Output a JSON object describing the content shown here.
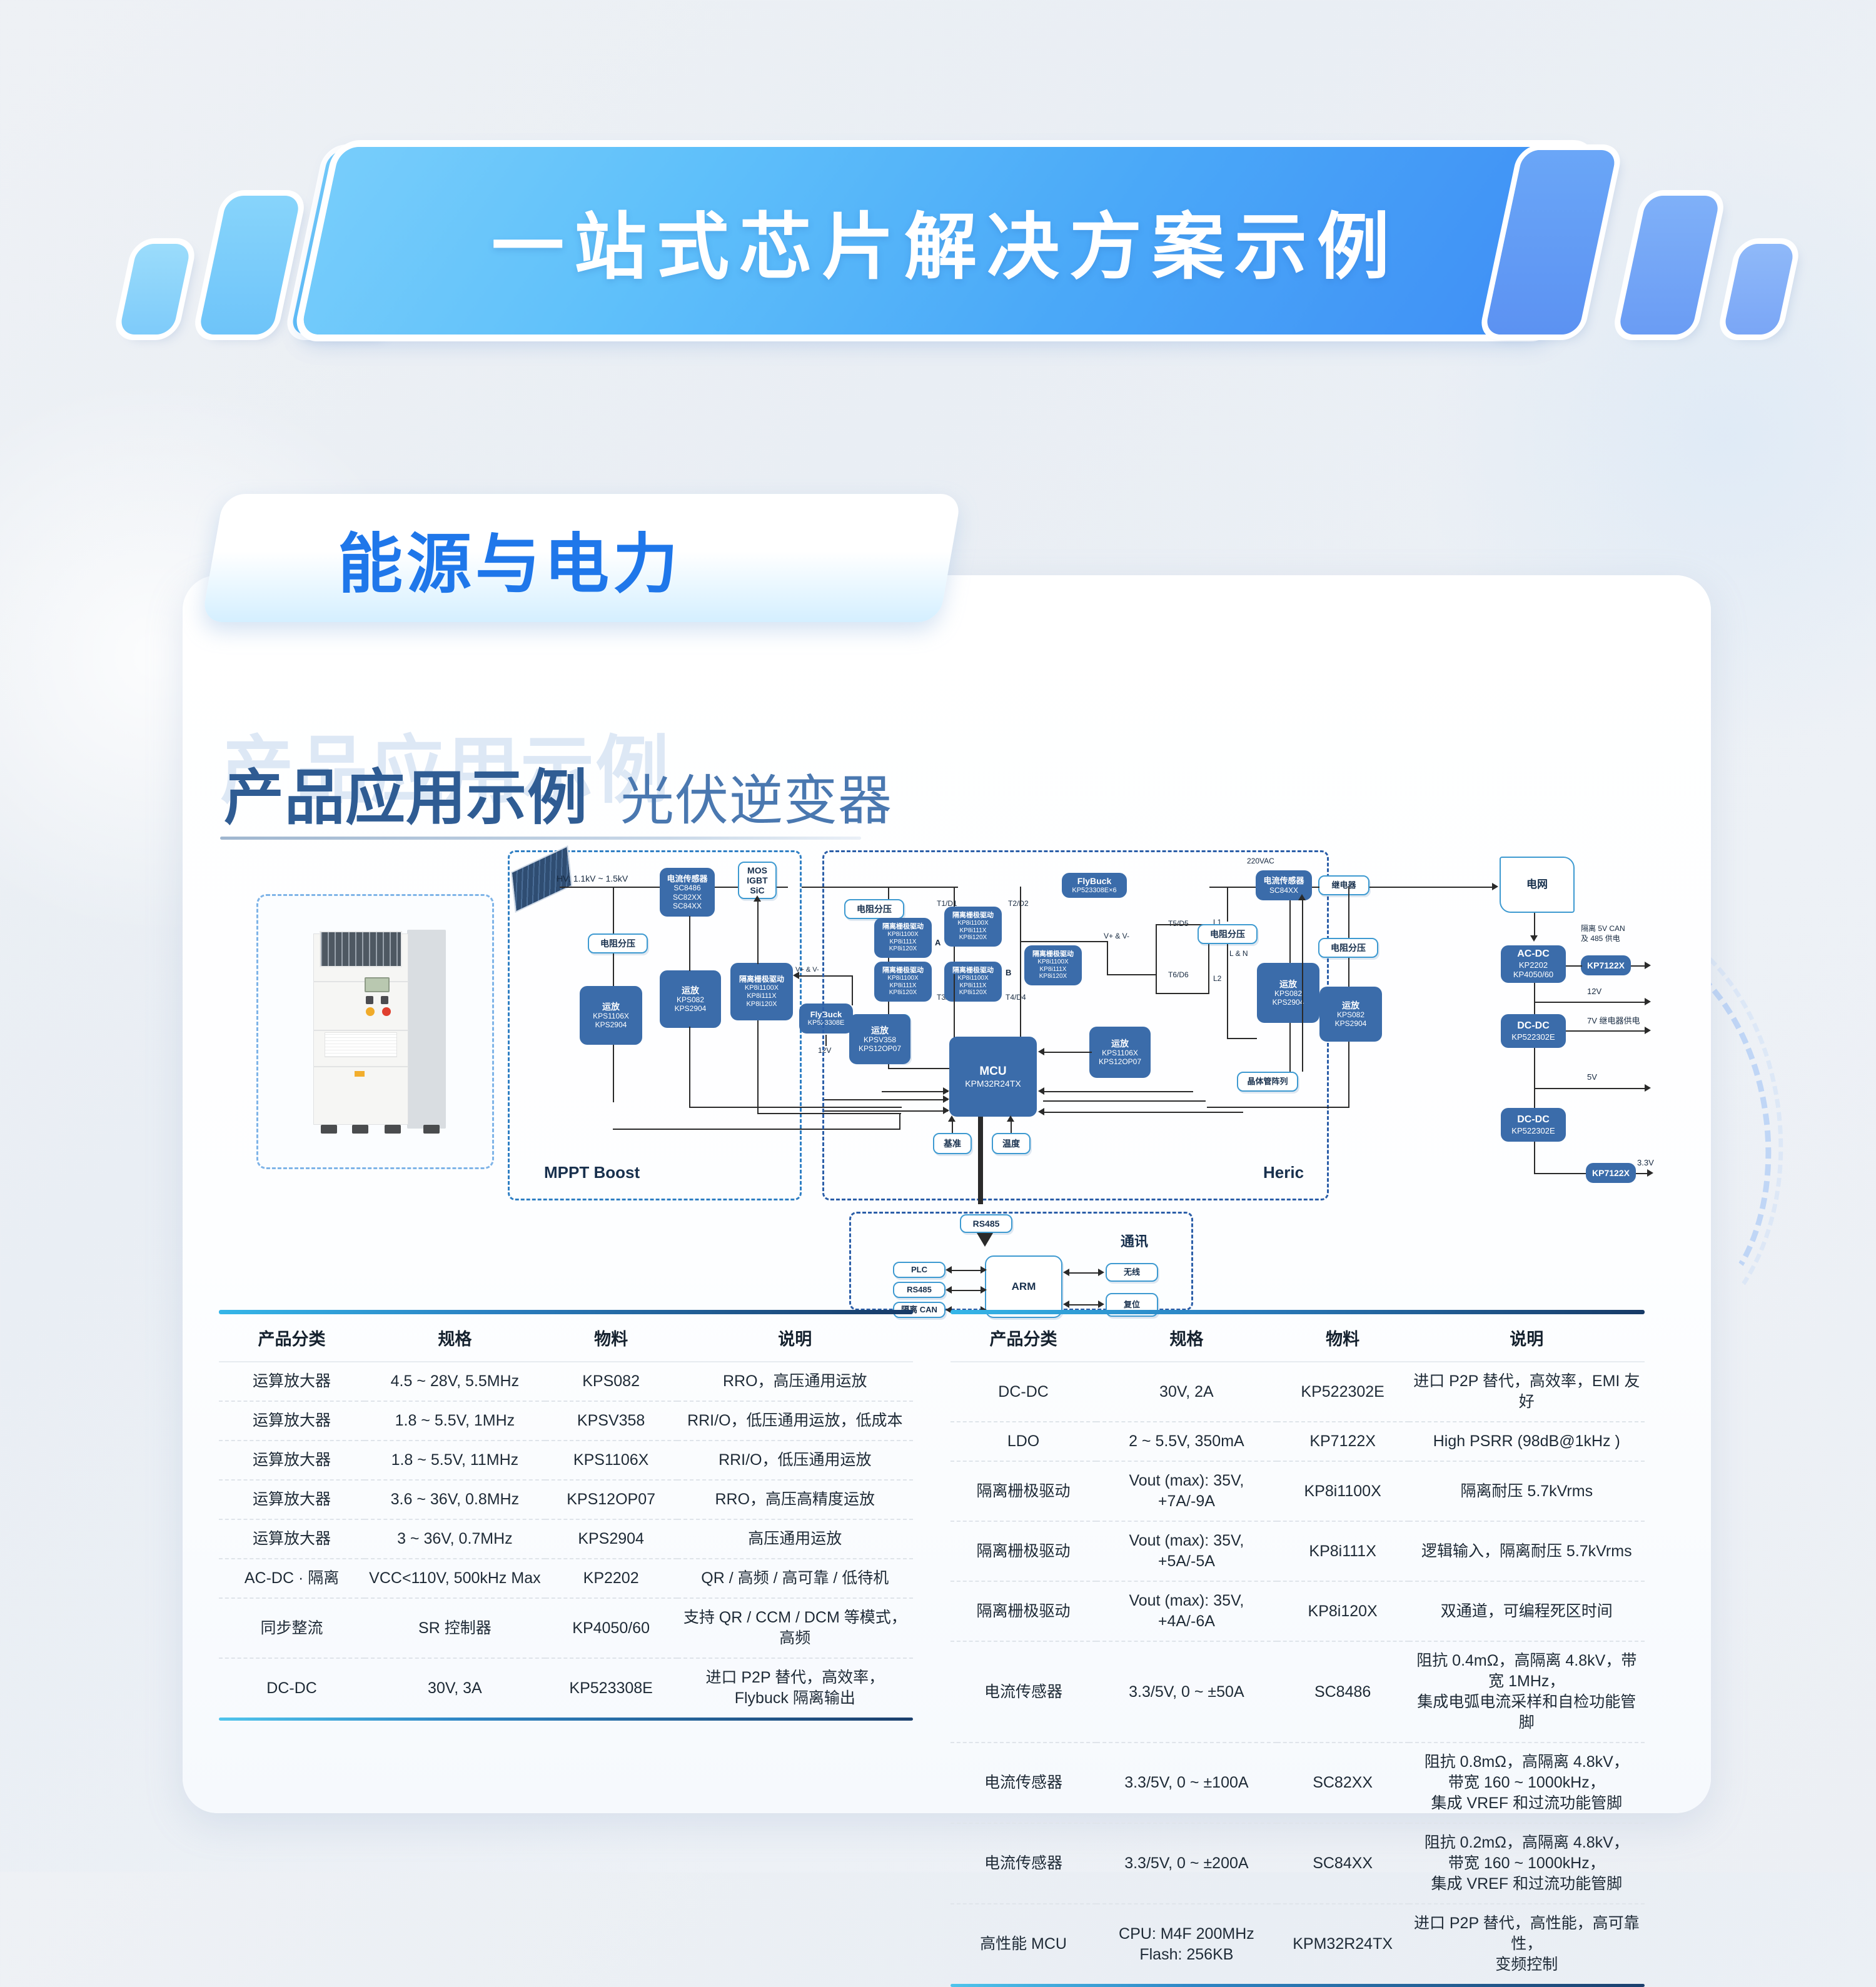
{
  "banner": {
    "title": "一站式芯片解决方案示例"
  },
  "section": {
    "pill_label": "能源与电力"
  },
  "heading": {
    "watermark": "产品应用示例",
    "main": "产品应用示例",
    "sub": "光伏逆变器"
  },
  "diagram": {
    "zones": {
      "mppt": "MPPT Boost",
      "heric": "Heric",
      "comm": "通讯"
    },
    "labels": {
      "hv": "HV: 1.1kV ~ 1.5kV",
      "vpn_1": "V+ & V-",
      "vpn_2": "V+ & V-",
      "v12_1": "12V",
      "vac": "220VAC",
      "ln": "L & N",
      "t1": "T1/D1",
      "t2": "T2/D2",
      "t3": "T3/D3",
      "t4": "T4/D4",
      "t5": "T5/D5",
      "t6": "T6/D6",
      "node_a": "A",
      "node_b": "B",
      "l1": "L1",
      "l2": "L2",
      "iso_can": "隔离 5V CAN\n及 485 供电",
      "rail_12v": "12V",
      "rail_7v": "7V 继电器供电",
      "rail_5v": "5V",
      "rail_33v": "3.3V"
    },
    "boxes": {
      "cur_sense_mppt": {
        "title": "电流传感器",
        "lines": "SC8486\nSC82XX\nSC84XX"
      },
      "mos": {
        "title": "MOS\nIGBT\nSiC"
      },
      "res_div": {
        "title": "电阻分压"
      },
      "opamp_1": {
        "title": "运放",
        "lines": "KPS1106X\nKPS2904"
      },
      "opamp_2": {
        "title": "运放",
        "lines": "KPS082\nKPS2904"
      },
      "gate_drv": {
        "title": "隔离栅极驱动",
        "lines": "KP8i1100X\nKP8i111X\nKP8i120X"
      },
      "flybuck_1": {
        "title": "FlyBuck",
        "lines": "KP523308E"
      },
      "flybuck_6": {
        "title": "FlyBuck",
        "lines": "KP523308E×6"
      },
      "opamp_358": {
        "title": "运放",
        "lines": "KPSV358\nKPS12OP07"
      },
      "opamp_1106": {
        "title": "运放",
        "lines": "KPS1106X\nKPS12OP07"
      },
      "mcu": {
        "title": "MCU",
        "lines": "KPM32R24TX"
      },
      "vref": {
        "title": "基准"
      },
      "temp": {
        "title": "温度"
      },
      "cur_sense_ac": {
        "title": "电流传感器",
        "lines": "SC84XX"
      },
      "relay": {
        "title": "继电器"
      },
      "tr_array": {
        "title": "晶体管阵列"
      },
      "opamp_3": {
        "title": "运放",
        "lines": "KPS082\nKPS2904"
      },
      "opamp_4": {
        "title": "运放",
        "lines": "KPS082\nKPS2904"
      },
      "grid": {
        "title": "电网"
      },
      "acdc": {
        "title": "AC-DC",
        "lines": "KP2202\nKP4050/60"
      },
      "dcdc_1": {
        "title": "DC-DC",
        "lines": "KP522302E"
      },
      "dcdc_2": {
        "title": "DC-DC",
        "lines": "KP522302E"
      },
      "ldo_1": {
        "title": "KP7122X"
      },
      "ldo_2": {
        "title": "KP7122X"
      },
      "rs485_top": {
        "title": "RS485"
      },
      "plc": {
        "title": "PLC"
      },
      "rs485": {
        "title": "RS485"
      },
      "iso_can_box": {
        "title": "隔离 CAN"
      },
      "arm": {
        "title": "ARM"
      },
      "wireless": {
        "title": "无线"
      },
      "reset": {
        "title": "复位"
      }
    }
  },
  "tables": {
    "headers": [
      "产品分类",
      "规格",
      "物料",
      "说明"
    ],
    "left_rows": [
      [
        "运算放大器",
        "4.5 ~ 28V, 5.5MHz",
        "KPS082",
        "RRO，高压通用运放"
      ],
      [
        "运算放大器",
        "1.8 ~ 5.5V, 1MHz",
        "KPSV358",
        "RRI/O，低压通用运放，低成本"
      ],
      [
        "运算放大器",
        "1.8 ~ 5.5V, 11MHz",
        "KPS1106X",
        "RRI/O，低压通用运放"
      ],
      [
        "运算放大器",
        "3.6 ~ 36V, 0.8MHz",
        "KPS12OP07",
        "RRO，高压高精度运放"
      ],
      [
        "运算放大器",
        "3 ~ 36V, 0.7MHz",
        "KPS2904",
        "高压通用运放"
      ],
      [
        "AC-DC · 隔离",
        "VCC<110V, 500kHz Max",
        "KP2202",
        "QR / 高频 / 高可靠 / 低待机"
      ],
      [
        "同步整流",
        "SR 控制器",
        "KP4050/60",
        "支持 QR / CCM / DCM 等模式，高频"
      ],
      [
        "DC-DC",
        "30V, 3A",
        "KP523308E",
        "进口 P2P 替代，高效率，\nFlybuck 隔离输出"
      ]
    ],
    "right_rows": [
      [
        "DC-DC",
        "30V, 2A",
        "KP522302E",
        "进口 P2P 替代，高效率，EMI 友好"
      ],
      [
        "LDO",
        "2 ~ 5.5V, 350mA",
        "KP7122X",
        "High PSRR (98dB@1kHz )"
      ],
      [
        "隔离栅极驱动",
        "Vout (max): 35V,\n+7A/-9A",
        "KP8i1100X",
        "隔离耐压 5.7kVrms"
      ],
      [
        "隔离栅极驱动",
        "Vout (max): 35V,\n+5A/-5A",
        "KP8i111X",
        "逻辑输入，隔离耐压 5.7kVrms"
      ],
      [
        "隔离栅极驱动",
        "Vout (max): 35V,\n+4A/-6A",
        "KP8i120X",
        "双通道，可编程死区时间"
      ],
      [
        "电流传感器",
        "3.3/5V, 0 ~ ±50A",
        "SC8486",
        "阻抗 0.4mΩ，高隔离 4.8kV，带宽 1MHz，\n集成电弧电流采样和自检功能管脚"
      ],
      [
        "电流传感器",
        "3.3/5V, 0 ~ ±100A",
        "SC82XX",
        "阻抗 0.8mΩ，高隔离 4.8kV，\n带宽 160 ~ 1000kHz，\n集成 VREF 和过流功能管脚"
      ],
      [
        "电流传感器",
        "3.3/5V, 0 ~ ±200A",
        "SC84XX",
        "阻抗 0.2mΩ，高隔离 4.8kV，\n带宽 160 ~ 1000kHz，\n集成 VREF 和过流功能管脚"
      ],
      [
        "高性能 MCU",
        "CPU: M4F 200MHz\nFlash: 256KB",
        "KPM32R24TX",
        "进口 P2P 替代，高性能，高可靠性，\n变频控制"
      ]
    ]
  },
  "colors": {
    "accent_blue": "#1f77ea",
    "box_navy": "#3b6caa",
    "heading_navy": "#2f5c93",
    "watermark": "#dde8f5"
  }
}
